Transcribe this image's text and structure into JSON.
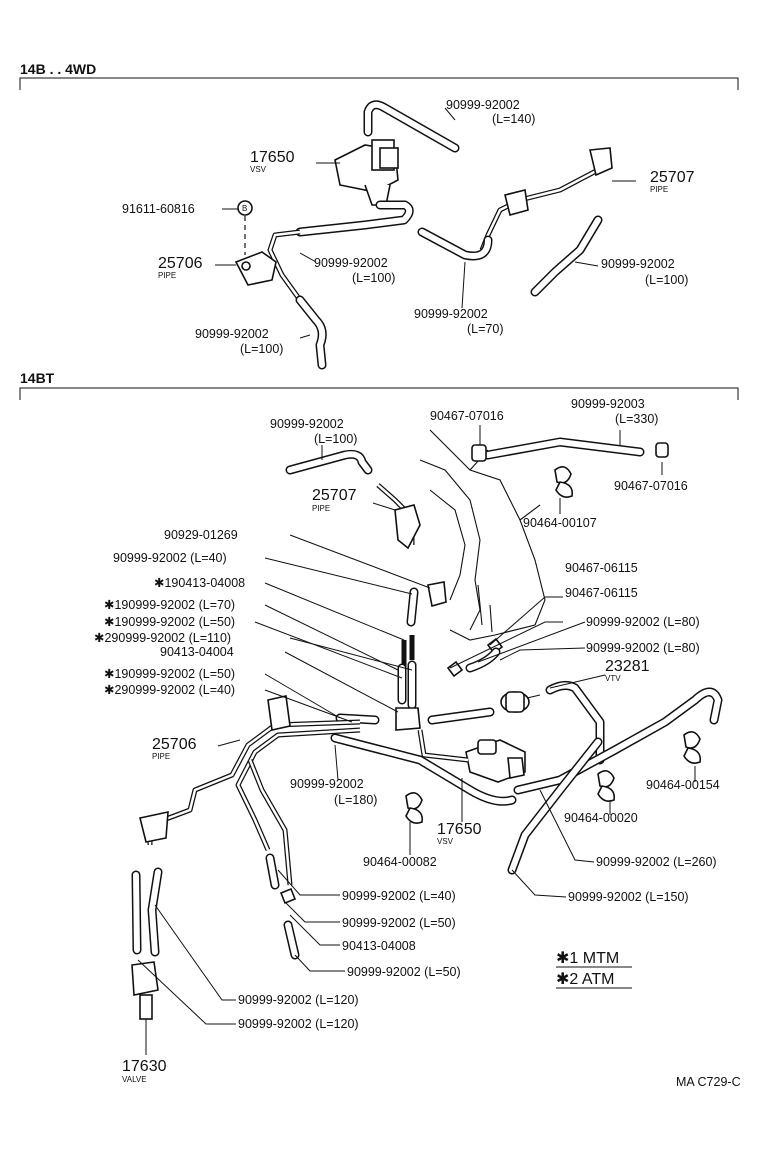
{
  "sections": {
    "top_title": "14B . . 4WD",
    "bottom_title": "14BT"
  },
  "top": {
    "l1a": "90999-92002",
    "l1b": "(L=140)",
    "l2a": "17650",
    "l2b": "VSV",
    "l3a": "25707",
    "l3b": "PIPE",
    "l4": "91611-60816",
    "l4_mark": "B",
    "l5a": "25706",
    "l5b": "PIPE",
    "l6a": "90999-92002",
    "l6b": "(L=100)",
    "l7a": "90999-92002",
    "l7b": "(L=100)",
    "l8a": "90999-92002",
    "l8b": "(L=70)",
    "l9a": "90999-92002",
    "l9b": "(L=100)"
  },
  "bottom": {
    "b1a": "90999-92002",
    "b1b": "(L=100)",
    "b2": "90467-07016",
    "b3a": "90999-92003",
    "b3b": "(L=330)",
    "b4": "90467-07016",
    "b5": "90464-00107",
    "b6a": "25707",
    "b6b": "PIPE",
    "b7": "90929-01269",
    "b8": "90999-92002 (L=40)",
    "b9": "✱190413-04008",
    "b10": "✱190999-92002 (L=70)",
    "b11": "✱190999-92002 (L=50)",
    "b12": "✱290999-92002 (L=110)",
    "b13": "90413-04004",
    "b14": "✱190999-92002 (L=50)",
    "b15": "✱290999-92002 (L=40)",
    "b16": "90467-06115",
    "b17": "90467-06115",
    "b18": "90999-92002 (L=80)",
    "b19": "90999-92002 (L=80)",
    "b20a": "23281",
    "b20b": "VTV",
    "b21a": "25706",
    "b21b": "PIPE",
    "b22a": "90999-92002",
    "b22b": "(L=180)",
    "b23a": "17650",
    "b23b": "VSV",
    "b24": "90464-00154",
    "b25": "90464-00020",
    "b26": "90464-00082",
    "b27": "90999-92002 (L=260)",
    "b28": "90999-92002 (L=40)",
    "b29": "90999-92002 (L=150)",
    "b30": "90999-92002 (L=50)",
    "b31": "90413-04008",
    "b32": "90999-92002 (L=50)",
    "b33": "90999-92002 (L=120)",
    "b34": "90999-92002 (L=120)",
    "b35a": "17630",
    "b35b": "VALVE",
    "legend1": "✱1 MTM",
    "legend2": "✱2 ATM",
    "ref": "MA C729-C"
  }
}
